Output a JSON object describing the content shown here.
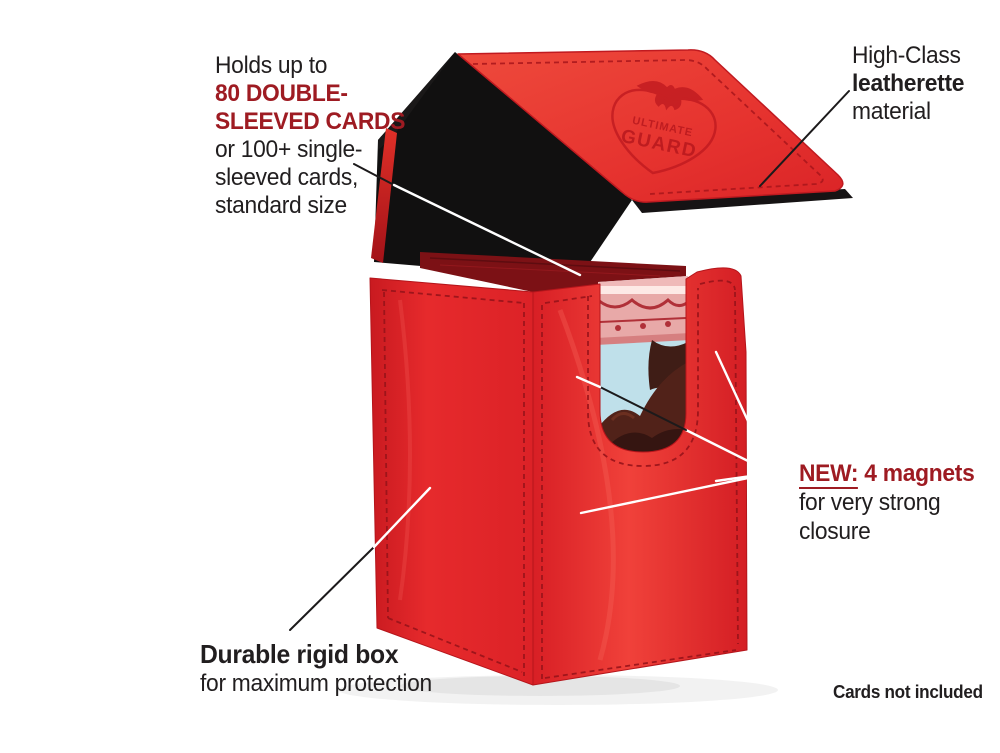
{
  "annotations": {
    "capacity": {
      "line1": "Holds up to",
      "line2": "80 DOUBLE-",
      "line3": "SLEEVED CARDS",
      "line4": "or 100+ single-",
      "line5": "sleeved cards,",
      "line6": "standard size"
    },
    "material": {
      "line1": "High-Class",
      "line2": "leatherette",
      "line3": "material"
    },
    "magnets": {
      "highlight": "NEW:",
      "rest": " 4 magnets",
      "line2": "for very strong",
      "line3": "closure"
    },
    "durability": {
      "line1": "Durable rigid box",
      "line2": "for maximum protection"
    },
    "disclaimer": "Cards not included"
  },
  "product": {
    "brand_line1": "ULTIMATE",
    "brand_line2": "GUARD"
  },
  "colors": {
    "accent_red_text": "#9e1b22",
    "box_red": "#e8252b",
    "stitch_red": "#98131a",
    "card_stack_maroon": "#7c1115",
    "text_black": "#211e1f"
  }
}
